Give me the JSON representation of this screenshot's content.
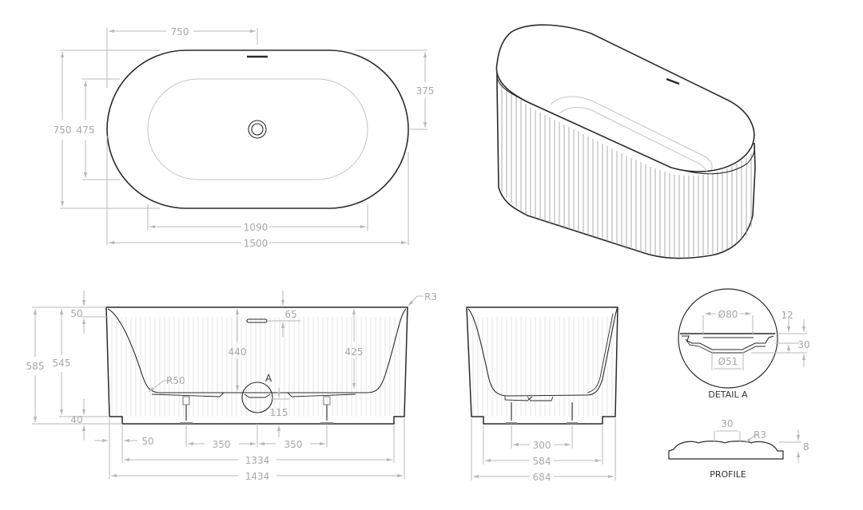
{
  "drawing": {
    "subject": "Freestanding fluted oval bathtub - technical drawing",
    "units": "mm",
    "colors": {
      "outline": "#2a2a2a",
      "dimension_lines": "#b8b8b8",
      "dimension_text": "#a8a8a8",
      "background": "#ffffff"
    }
  },
  "top_view": {
    "dims": {
      "half_length": "750",
      "overall_width": "750",
      "inner_width": "475",
      "half_width": "375",
      "inner_length": "1090",
      "overall_length": "1500"
    }
  },
  "front_view": {
    "dims": {
      "overall_height": "585",
      "body_height": "545",
      "rim_height": "50",
      "plinth_height": "40",
      "overflow_offset": "65",
      "depth_center": "440",
      "depth_end": "425",
      "corner_radius": "R50",
      "rim_radius": "R3",
      "detail_marker": "A",
      "drain_height": "115",
      "plinth_inset": "50",
      "leg_spacing_left": "350",
      "leg_spacing_right": "350",
      "plinth_length": "1334",
      "base_length": "1434"
    }
  },
  "side_view": {
    "dims": {
      "leg_spacing": "300",
      "plinth_width": "584",
      "base_width": "684"
    }
  },
  "detail_a": {
    "title": "DETAIL A",
    "dims": {
      "outer_diameter": "Ø80",
      "inner_diameter": "Ø51",
      "top_depth": "12",
      "total_depth": "30"
    }
  },
  "profile": {
    "title": "PROFILE",
    "dims": {
      "pitch": "30",
      "radius": "R3",
      "depth": "8"
    }
  }
}
